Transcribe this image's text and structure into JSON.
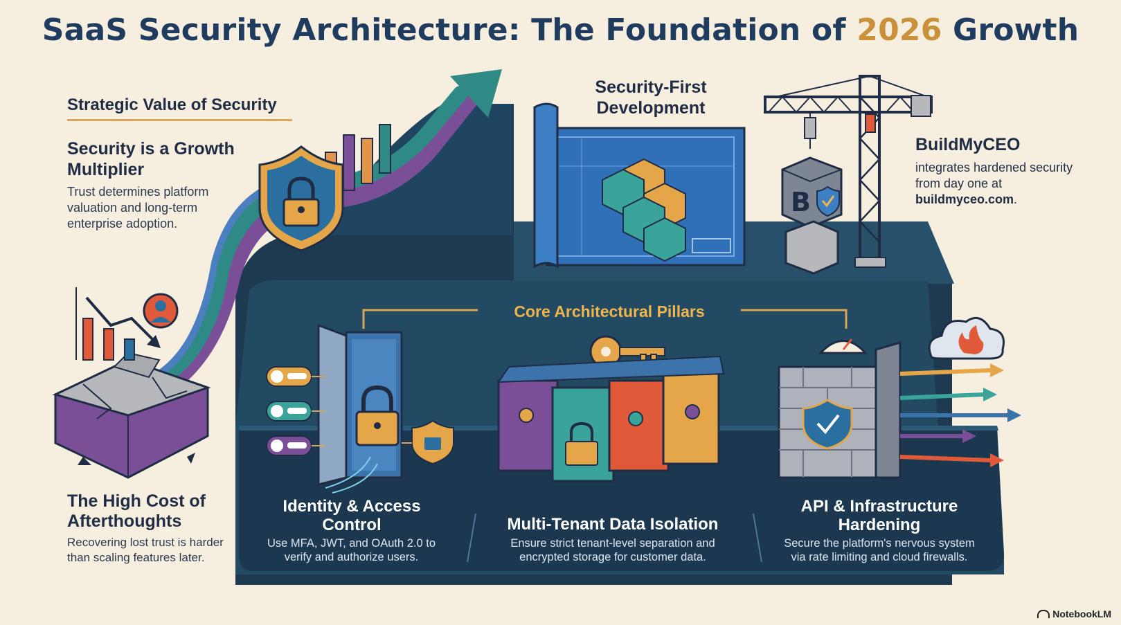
{
  "title": {
    "main": "SaaS Security Architecture: The Foundation of ",
    "year": "2026",
    "tail": " Growth"
  },
  "strategic": {
    "heading": "Strategic Value of Security",
    "multiplier_title": "Security is a Growth Multiplier",
    "multiplier_text": "Trust determines platform valuation and long-term enterprise adoption."
  },
  "cost": {
    "title": "The High Cost of Afterthoughts",
    "text": "Recovering lost trust is harder than scaling features later."
  },
  "security_first": {
    "title": "Security-First Development"
  },
  "brand": {
    "name": "BuildMyCEO",
    "text_before": "integrates hardened security from day one at ",
    "url": "buildmyceo.com",
    "text_after": "."
  },
  "pillars": {
    "heading": "Core Architectural Pillars",
    "items": [
      {
        "title": "Identity & Access Control",
        "text": "Use MFA, JWT, and OAuth 2.0 to verify and authorize users."
      },
      {
        "title": "Multi-Tenant Data Isolation",
        "text": "Ensure strict tenant-level separation and encrypted storage for customer data."
      },
      {
        "title": "API & Infrastructure Hardening",
        "text": "Secure the platform's nervous system via rate limiting and cloud firewalls."
      }
    ]
  },
  "footer": {
    "label": "NotebookLM"
  },
  "colors": {
    "navy": "#1f3b5e",
    "gold": "#c8913a",
    "teal": "#2f8a86",
    "platform": "#1e3a52",
    "background": "#f6efe0"
  },
  "icons": [
    "growth-arrow-icon",
    "padlock-shield-icon",
    "blueprint-icon",
    "crane-icon",
    "key-icon",
    "firewall-icon",
    "cloud-fire-icon",
    "cracked-blocks-icon",
    "declining-chart-icon"
  ]
}
